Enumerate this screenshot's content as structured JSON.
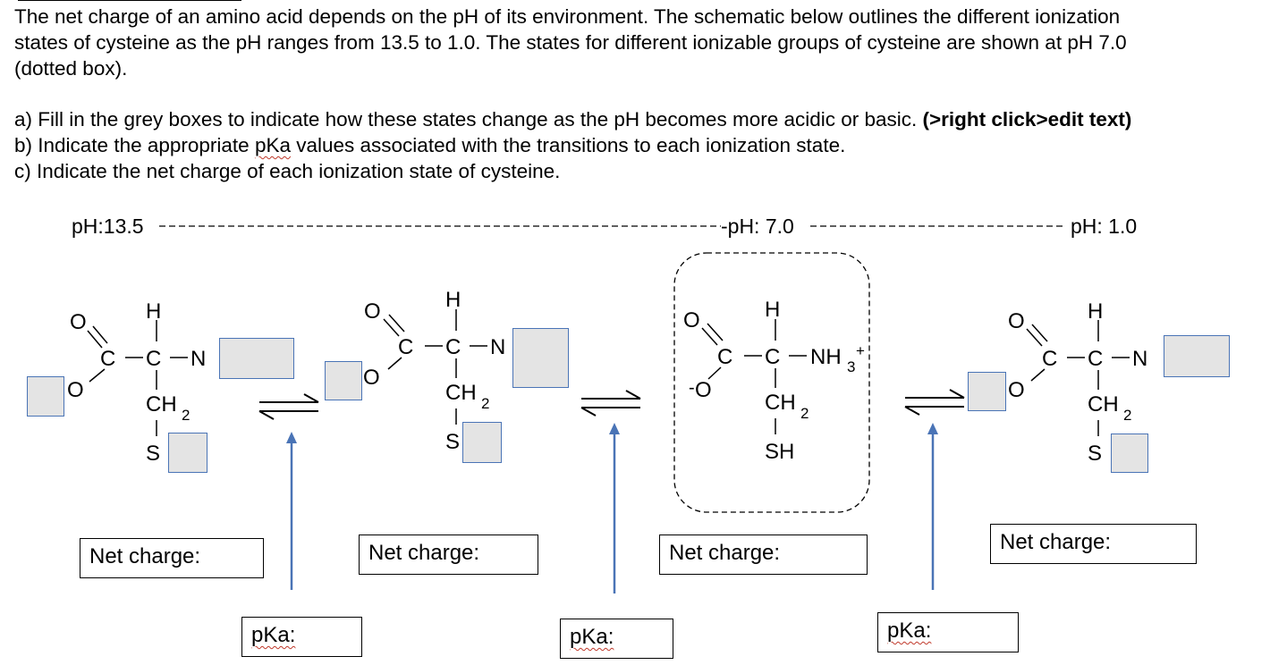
{
  "intro": {
    "line1": "The net charge of an amino acid depends on the pH of its environment.  The schematic below outlines the different ionization",
    "line2": "states of cysteine as the pH ranges from 13.5 to 1.0.  The states for different ionizable groups of cysteine are shown at pH 7.0",
    "line3": "(dotted box)."
  },
  "questions": {
    "a_text": "a)  Fill in the grey boxes to indicate how these states change as the pH becomes more acidic or basic. ",
    "a_bold": "(>right click>edit text)",
    "b_prefix": "b)  Indicate the appropriate ",
    "b_pka": "pKa",
    "b_suffix": " values associated with the transitions to each ionization state.",
    "c": "c)  Indicate the net charge of each ionization state of cysteine."
  },
  "ph_labels": {
    "left": "pH:13.5",
    "middle": "-pH: 7.0",
    "right": "pH: 1.0"
  },
  "net_charge_label": "Net charge:",
  "pka_label": "pKa:",
  "structures": {
    "atoms": {
      "H": "H",
      "C": "C",
      "N": "N",
      "O": "O",
      "S": "S",
      "SH": "SH",
      "NH3": "NH",
      "sub3": "3",
      "plus": "+",
      "CH": "CH",
      "sub2": "2",
      "minus": "-"
    }
  },
  "colors": {
    "grey_box_fill": "#e4e4e4",
    "grey_box_border": "#4a74b6",
    "arrow": "#4a74b6"
  }
}
